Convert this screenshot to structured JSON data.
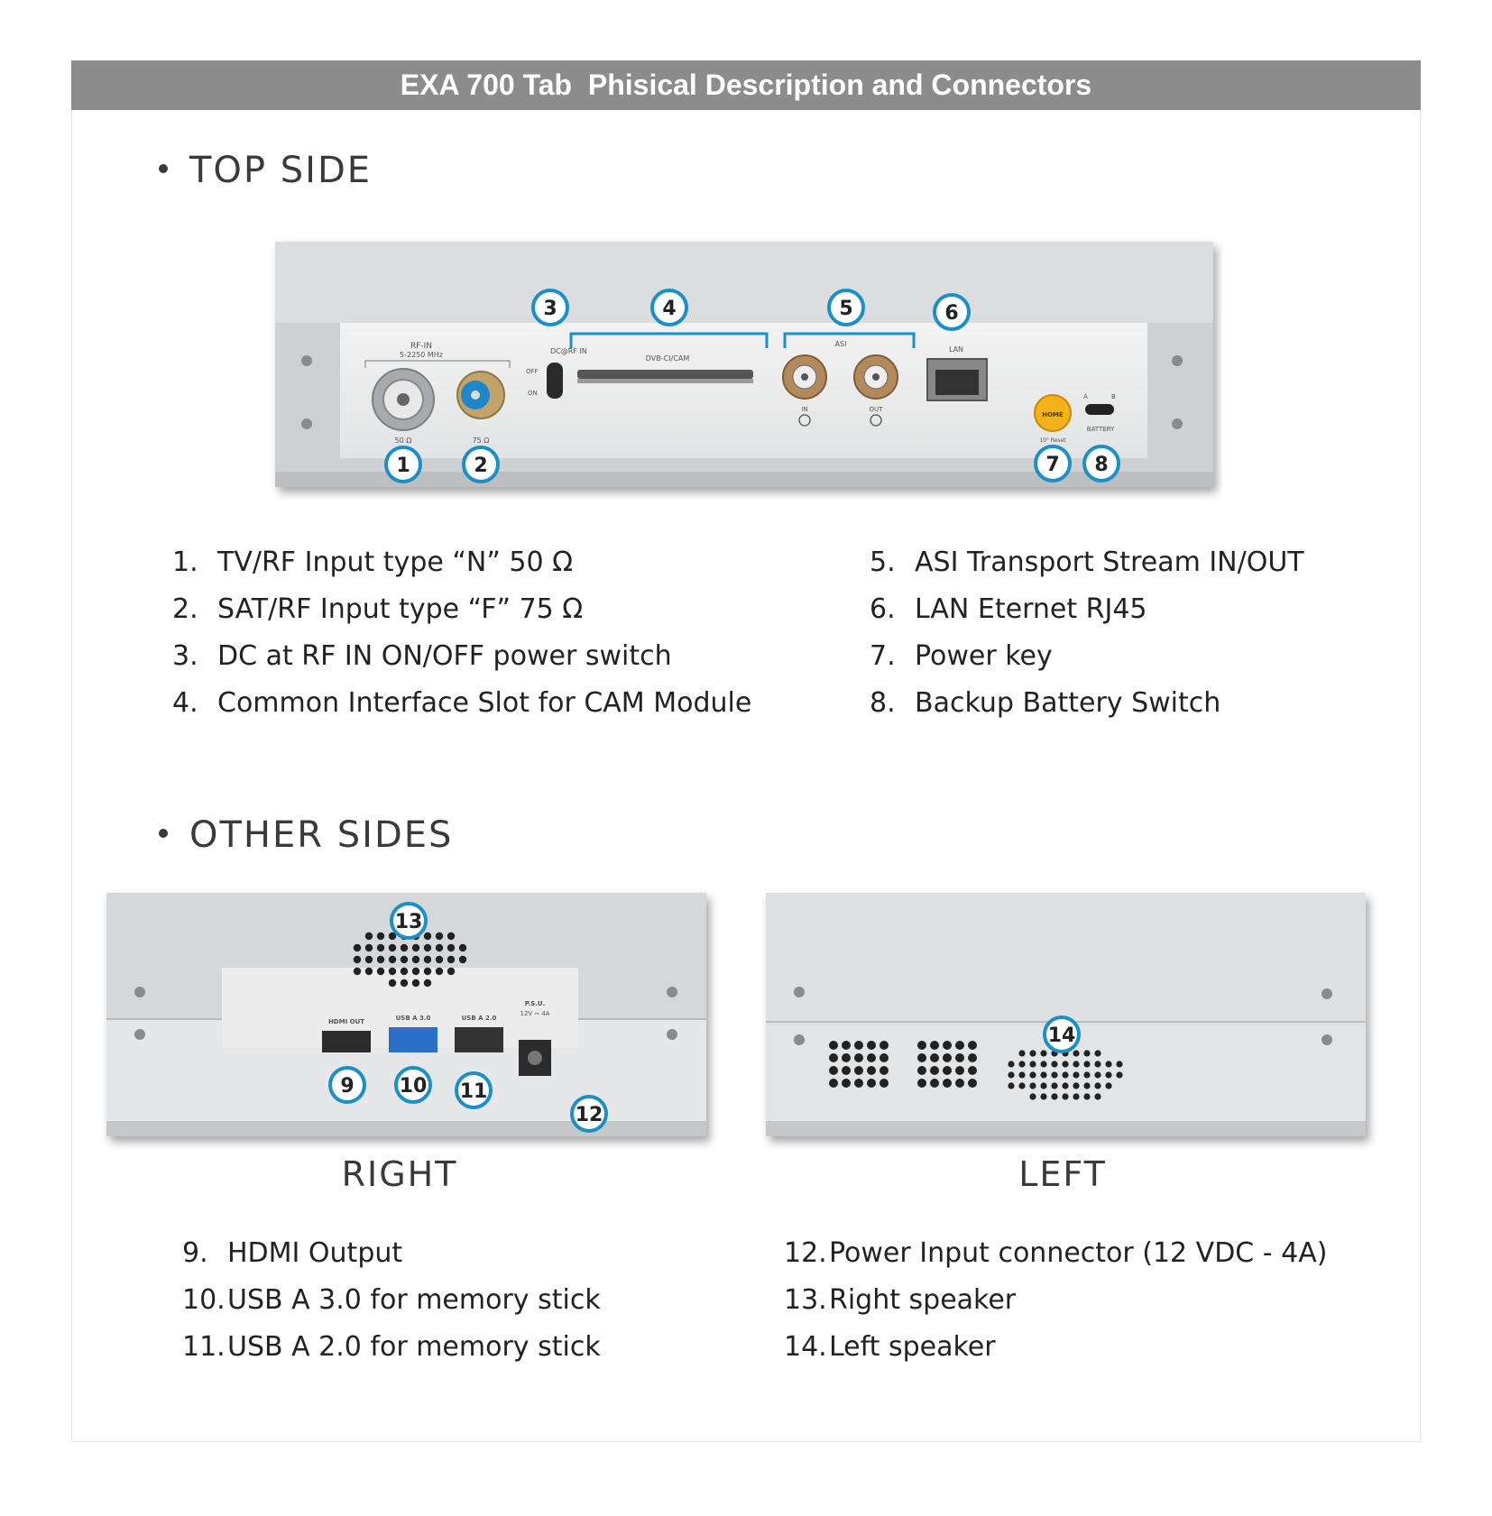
{
  "header": {
    "title": "EXA 700 Tab  Phisical Description and Connectors"
  },
  "top_side": {
    "heading": "TOP SIDE",
    "photo_labels": {
      "rf_in": "RF-IN",
      "rf_range": "5-2250 MHz",
      "ohm50": "50 Ω",
      "ohm75": "75 Ω",
      "dc_rf": "DC@RF IN",
      "off": "OFF",
      "on": "ON",
      "dvb": "DVB-CI/CAM",
      "asi": "ASI",
      "in": "IN",
      "out": "OUT",
      "lan": "LAN",
      "home": "HOME",
      "home_sub": "10\" Reset",
      "battery": "BATTERY",
      "a": "A",
      "b": "B"
    },
    "callouts": [
      "1",
      "2",
      "3",
      "4",
      "5",
      "6",
      "7",
      "8"
    ],
    "items_left": [
      {
        "num": "1.",
        "text": "TV/RF Input type “N” 50 Ω"
      },
      {
        "num": "2.",
        "text": "SAT/RF Input type “F” 75 Ω"
      },
      {
        "num": "3.",
        "text": "DC at RF IN ON/OFF power switch"
      },
      {
        "num": "4.",
        "text": "Common Interface Slot for CAM Module"
      }
    ],
    "items_right": [
      {
        "num": "5.",
        "text": "ASI Transport Stream IN/OUT"
      },
      {
        "num": "6.",
        "text": "LAN Eternet RJ45"
      },
      {
        "num": "7.",
        "text": "Power key"
      },
      {
        "num": "8.",
        "text": "Backup Battery Switch"
      }
    ]
  },
  "other_sides": {
    "heading": "OTHER SIDES",
    "right_caption": "RIGHT",
    "left_caption": "LEFT",
    "photo_labels": {
      "hdmi_out": "HDMI OUT",
      "usb30": "USB A 3.0",
      "usb20": "USB A 2.0",
      "psu": "P.S.U.",
      "psu_rating": "12V ⎓ 4A"
    },
    "callouts": [
      "9",
      "10",
      "11",
      "12",
      "13",
      "14"
    ],
    "items_left": [
      {
        "num": "9.",
        "text": "HDMI Output"
      },
      {
        "num": "10.",
        "text": "USB A 3.0 for memory stick"
      },
      {
        "num": "11.",
        "text": "USB A 2.0 for memory stick"
      }
    ],
    "items_right": [
      {
        "num": "12.",
        "text": "Power Input connector (12 VDC - 4A)"
      },
      {
        "num": "13.",
        "text": "Right speaker"
      },
      {
        "num": "14.",
        "text": "Left speaker"
      }
    ]
  },
  "colors": {
    "banner": "#8c8c8c",
    "callout_ring": "#1a8fc8",
    "bracket": "#1a8fc8",
    "panel": "#e4e5e6"
  }
}
